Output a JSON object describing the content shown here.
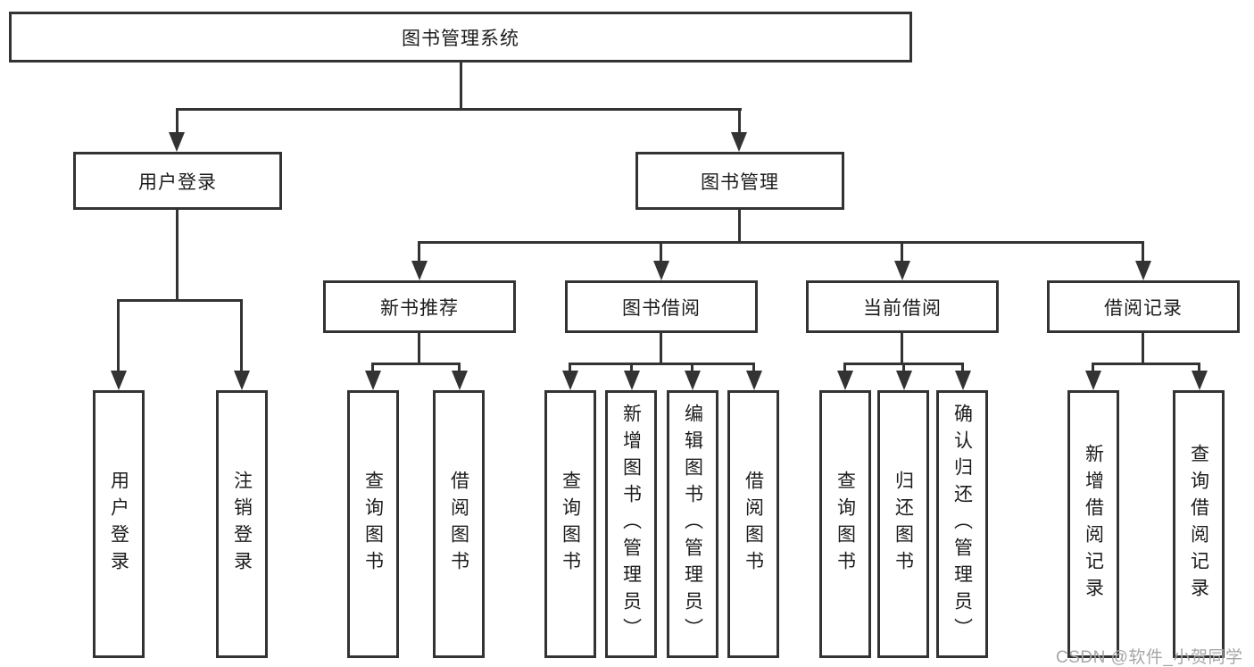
{
  "diagram": {
    "type": "tree",
    "title": "图书管理系统",
    "colors": {
      "line": "#333333",
      "text": "#1c1c1c",
      "watermark": "#a6a6a6",
      "background": "#ffffff"
    },
    "root": {
      "label": "图书管理系统",
      "children": [
        {
          "label": "用户登录",
          "children": [
            {
              "label": "用户登录"
            },
            {
              "label": "注销登录"
            }
          ]
        },
        {
          "label": "图书管理",
          "children": [
            {
              "label": "新书推荐",
              "children": [
                {
                  "label": "查询图书"
                },
                {
                  "label": "借阅图书"
                }
              ]
            },
            {
              "label": "图书借阅",
              "children": [
                {
                  "label": "查询图书"
                },
                {
                  "label": "新增图书（管理员）"
                },
                {
                  "label": "编辑图书（管理员）"
                },
                {
                  "label": "借阅图书"
                }
              ]
            },
            {
              "label": "当前借阅",
              "children": [
                {
                  "label": "查询图书"
                },
                {
                  "label": "归还图书"
                },
                {
                  "label": "确认归还（管理员）"
                }
              ]
            },
            {
              "label": "借阅记录",
              "children": [
                {
                  "label": "新增借阅记录"
                },
                {
                  "label": "查询借阅记录"
                }
              ]
            }
          ]
        }
      ]
    },
    "watermark": "CSDN @软件_小贺同学"
  }
}
